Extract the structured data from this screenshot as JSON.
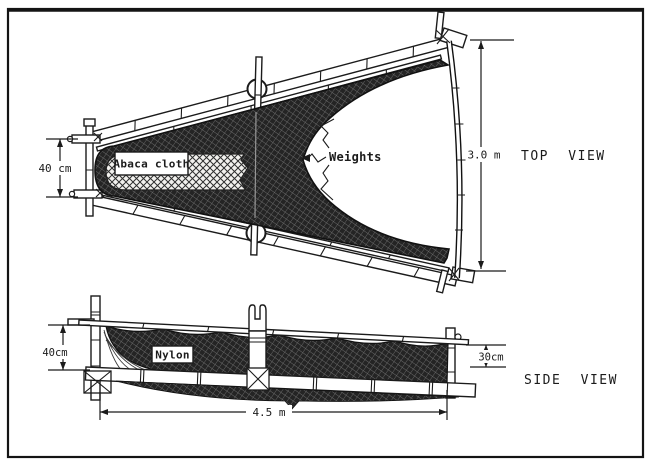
{
  "figure": {
    "colors": {
      "paper": "#ffffff",
      "ink": "#1b1b1b",
      "net_dark": "#242424",
      "mesh_line": "#6a6a6a"
    }
  },
  "top_view": {
    "caption": "TOP VIEW",
    "abaca_label": "Abaca cloth",
    "weights_label": "Weights",
    "dim_mouth_width": "40 cm",
    "dim_spread_width": "3.0 m"
  },
  "side_view": {
    "caption": "SIDE VIEW",
    "nylon_label": "Nylon",
    "dim_front_depth": "40cm",
    "dim_rear_depth": "30cm",
    "dim_length": "4.5 m"
  }
}
